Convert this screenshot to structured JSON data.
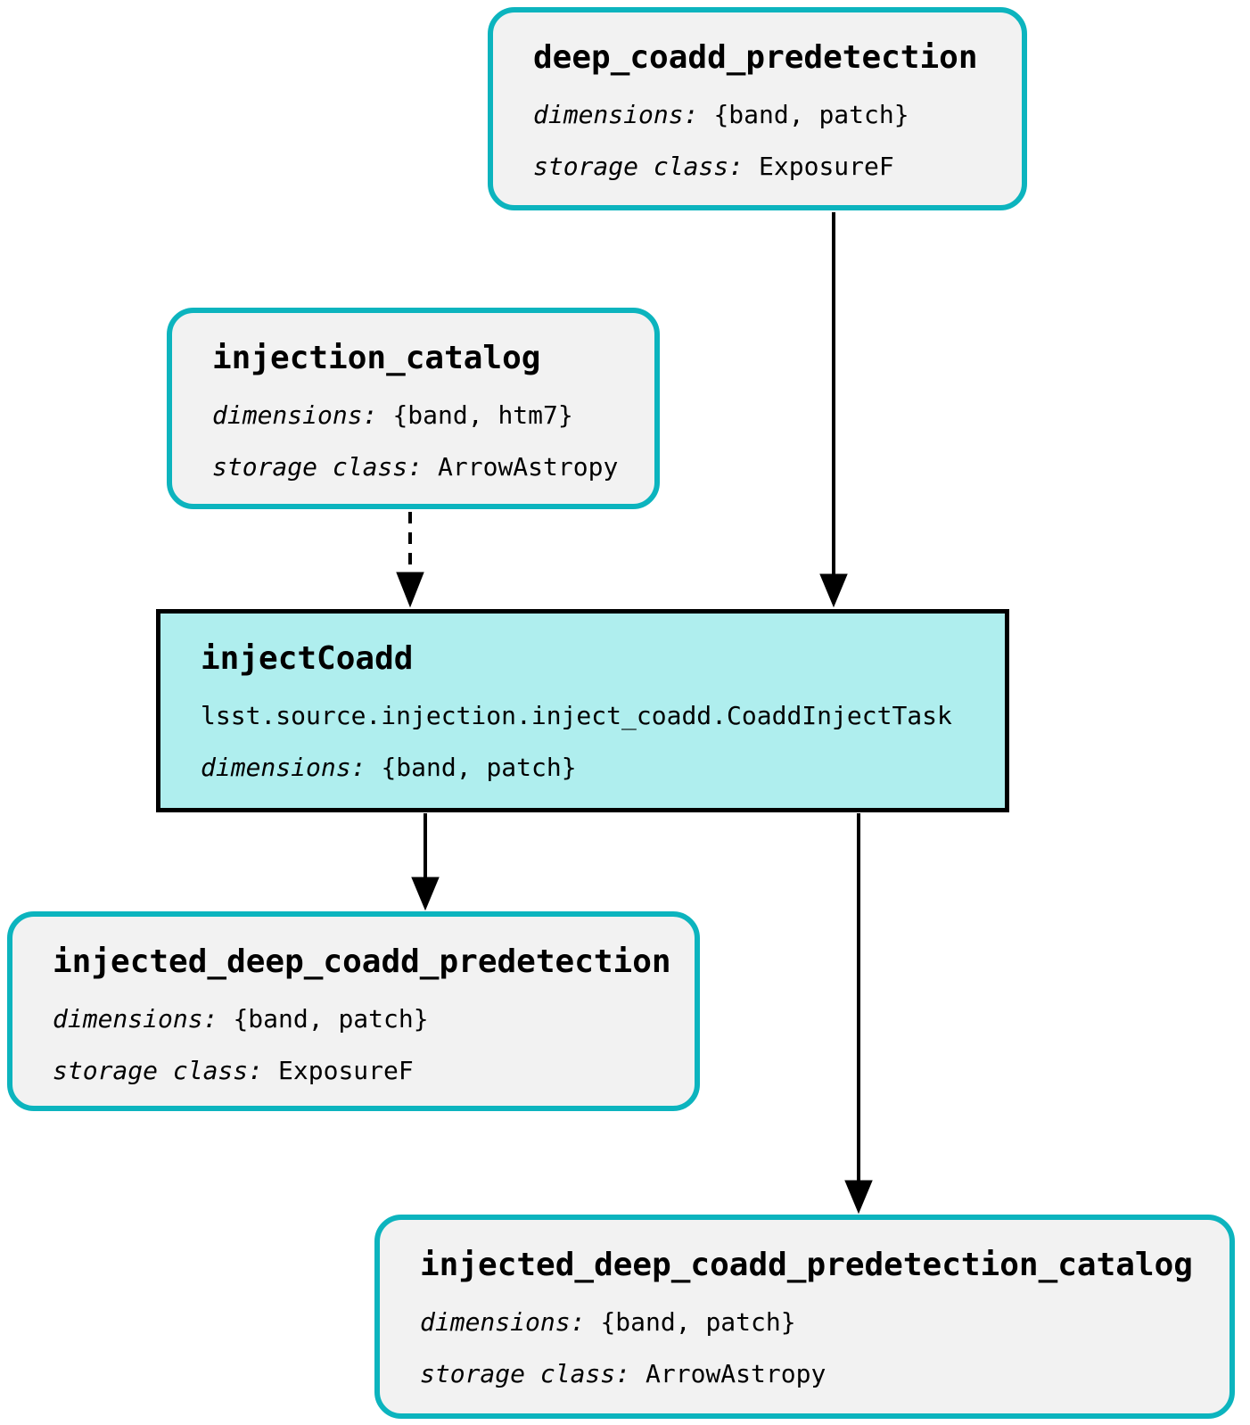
{
  "diagram": {
    "type": "pipeline-task-graph",
    "colors": {
      "background": "#ffffff",
      "dataset_border": "#0cb4be",
      "dataset_fill": "#f2f2f2",
      "task_border": "#000000",
      "task_fill": "#afeeee",
      "edge": "#000000"
    },
    "nodes": {
      "deep_coadd_predetection": {
        "kind": "dataset",
        "title": "deep_coadd_predetection",
        "dimensions_label": "dimensions:",
        "dimensions_value": "{band, patch}",
        "storage_label": "storage class:",
        "storage_value": "ExposureF"
      },
      "injection_catalog": {
        "kind": "dataset",
        "title": "injection_catalog",
        "dimensions_label": "dimensions:",
        "dimensions_value": "{band, htm7}",
        "storage_label": "storage class:",
        "storage_value": "ArrowAstropy"
      },
      "injectCoadd": {
        "kind": "task",
        "title": "injectCoadd",
        "task_class": "lsst.source.injection.inject_coadd.CoaddInjectTask",
        "dimensions_label": "dimensions:",
        "dimensions_value": "{band, patch}"
      },
      "injected_deep_coadd_predetection": {
        "kind": "dataset",
        "title": "injected_deep_coadd_predetection",
        "dimensions_label": "dimensions:",
        "dimensions_value": "{band, patch}",
        "storage_label": "storage class:",
        "storage_value": "ExposureF"
      },
      "injected_deep_coadd_predetection_catalog": {
        "kind": "dataset",
        "title": "injected_deep_coadd_predetection_catalog",
        "dimensions_label": "dimensions:",
        "dimensions_value": "{band, patch}",
        "storage_label": "storage class:",
        "storage_value": "ArrowAstropy"
      }
    },
    "edges": [
      {
        "from": "deep_coadd_predetection",
        "to": "injectCoadd",
        "style": "solid"
      },
      {
        "from": "injection_catalog",
        "to": "injectCoadd",
        "style": "dashed"
      },
      {
        "from": "injectCoadd",
        "to": "injected_deep_coadd_predetection",
        "style": "solid"
      },
      {
        "from": "injectCoadd",
        "to": "injected_deep_coadd_predetection_catalog",
        "style": "solid"
      }
    ]
  }
}
